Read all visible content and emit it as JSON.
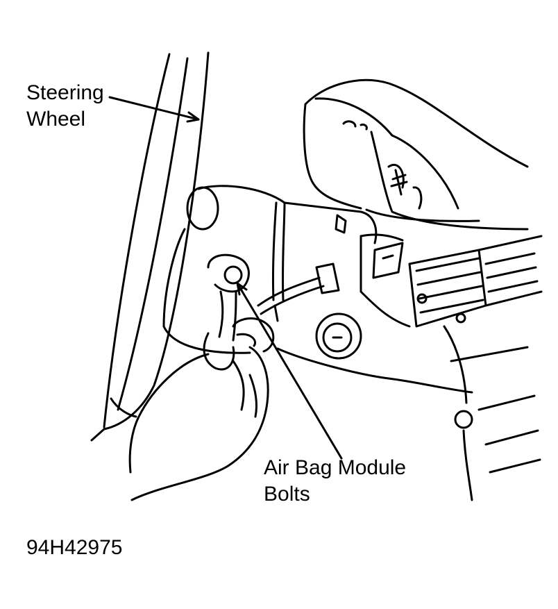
{
  "labels": {
    "steering_wheel": [
      "Steering",
      "Wheel"
    ],
    "air_bag_module_bolts": [
      "Air Bag Module",
      "Bolts"
    ]
  },
  "figure_id": "94H42975",
  "colors": {
    "line": "#000000",
    "background": "#ffffff"
  }
}
